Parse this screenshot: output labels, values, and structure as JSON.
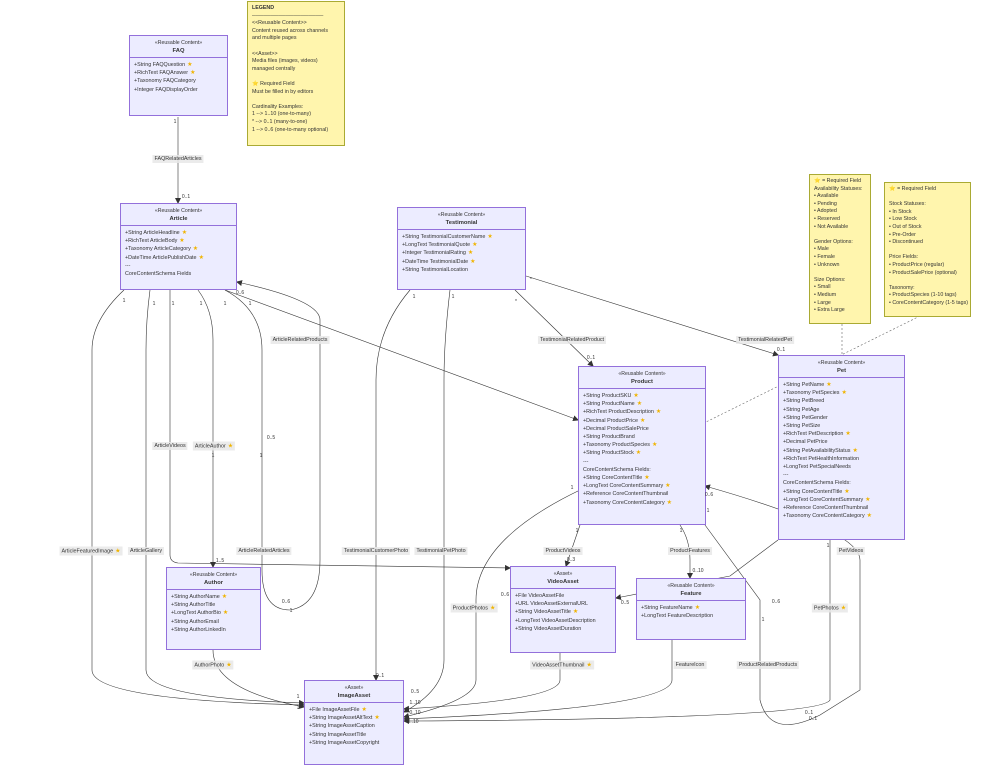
{
  "legend": {
    "lines": [
      "LEGEND",
      "───────────────────",
      "<<Reusable Content>>",
      "Content reused across channels",
      "and multiple pages",
      "",
      "<<Asset>>",
      "Media files (images, videos)",
      "managed centrally",
      "",
      "⭐ Required Field",
      "Must be filled in by editors",
      "",
      "Cardinality Examples:",
      "1 --> 1..10 (one-to-many)",
      "* --> 0..1 (many-to-one)",
      "1 --> 0..6 (one-to-many optional)"
    ]
  },
  "pet_note": {
    "lines": [
      "⭐ = Required Field",
      "Availability Statuses:",
      "• Available",
      "• Pending",
      "• Adopted",
      "• Reserved",
      "• Not Available",
      "",
      "Gender Options:",
      "• Male",
      "• Female",
      "• Unknown",
      "",
      "Size Options:",
      "• Small",
      "• Medium",
      "• Large",
      "• Extra Large"
    ]
  },
  "product_note": {
    "lines": [
      "⭐ = Required Field",
      "",
      "Stock Statuses:",
      "• In Stock",
      "• Low Stock",
      "• Out of Stock",
      "• Pre-Order",
      "• Discontinued",
      "",
      "Price Fields:",
      "• ProductPrice (regular)",
      "• ProductSalePrice (optional)",
      "",
      "Taxonomy:",
      "• ProductSpecies (1-10 tags)",
      "• CoreContentCategory (1-5 tags)"
    ]
  },
  "classes": {
    "faq": {
      "stereotype": "«Reusable Content»",
      "name": "FAQ",
      "attrs": [
        {
          "text": "+String FAQQuestion",
          "req": true
        },
        {
          "text": "+RichText FAQAnswer",
          "req": true
        },
        {
          "text": "+Taxonomy FAQCategory",
          "req": false
        },
        {
          "text": "+Integer FAQDisplayOrder",
          "req": false
        }
      ]
    },
    "article": {
      "stereotype": "«Reusable Content»",
      "name": "Article",
      "attrs": [
        {
          "text": "+String ArticleHeadline",
          "req": true
        },
        {
          "text": "+RichText ArticleBody",
          "req": true
        },
        {
          "text": "+Taxonomy ArticleCategory",
          "req": true
        },
        {
          "text": "+DateTime ArticlePublishDate",
          "req": true
        },
        {
          "text": "---",
          "req": false
        },
        {
          "text": "CoreContentSchema Fields",
          "req": false
        }
      ]
    },
    "testimonial": {
      "stereotype": "«Reusable Content»",
      "name": "Testimonial",
      "attrs": [
        {
          "text": "+String TestimonialCustomerName",
          "req": true
        },
        {
          "text": "+LongText TestimonialQuote",
          "req": true
        },
        {
          "text": "+Integer TestimonialRating",
          "req": true
        },
        {
          "text": "+DateTime TestimonialDate",
          "req": true
        },
        {
          "text": "+String TestimonialLocation",
          "req": false
        }
      ]
    },
    "product": {
      "stereotype": "«Reusable Content»",
      "name": "Product",
      "attrs": [
        {
          "text": "+String ProductSKU",
          "req": true
        },
        {
          "text": "+String ProductName",
          "req": true
        },
        {
          "text": "+RichText ProductDescription",
          "req": true
        },
        {
          "text": "+Decimal ProductPrice",
          "req": true
        },
        {
          "text": "+Decimal ProductSalePrice",
          "req": false
        },
        {
          "text": "+String ProductBrand",
          "req": false
        },
        {
          "text": "+Taxonomy ProductSpecies",
          "req": true
        },
        {
          "text": "+String ProductStock",
          "req": true
        },
        {
          "text": "---",
          "req": false
        },
        {
          "text": "CoreContentSchema Fields:",
          "req": false
        },
        {
          "text": "+String CoreContentTitle",
          "req": true
        },
        {
          "text": "+LongText CoreContentSummary",
          "req": true
        },
        {
          "text": "+Reference CoreContentThumbnail",
          "req": false
        },
        {
          "text": "+Taxonomy CoreContentCategory",
          "req": true
        }
      ]
    },
    "pet": {
      "stereotype": "«Reusable Content»",
      "name": "Pet",
      "attrs": [
        {
          "text": "+String PetName",
          "req": true
        },
        {
          "text": "+Taxonomy PetSpecies",
          "req": true
        },
        {
          "text": "+String PetBreed",
          "req": false
        },
        {
          "text": "+String PetAge",
          "req": false
        },
        {
          "text": "+String PetGender",
          "req": false
        },
        {
          "text": "+String PetSize",
          "req": false
        },
        {
          "text": "+RichText PetDescription",
          "req": true
        },
        {
          "text": "+Decimal PetPrice",
          "req": false
        },
        {
          "text": "+String PetAvailabilityStatus",
          "req": true
        },
        {
          "text": "+RichText PetHealthInformation",
          "req": false
        },
        {
          "text": "+LongText PetSpecialNeeds",
          "req": false
        },
        {
          "text": "---",
          "req": false
        },
        {
          "text": "CoreContentSchema Fields:",
          "req": false
        },
        {
          "text": "+String CoreContentTitle",
          "req": true
        },
        {
          "text": "+LongText CoreContentSummary",
          "req": true
        },
        {
          "text": "+Reference CoreContentThumbnail",
          "req": false
        },
        {
          "text": "+Taxonomy CoreContentCategory",
          "req": true
        }
      ]
    },
    "author": {
      "stereotype": "«Reusable Content»",
      "name": "Author",
      "attrs": [
        {
          "text": "+String AuthorName",
          "req": true
        },
        {
          "text": "+String AuthorTitle",
          "req": false
        },
        {
          "text": "+LongText AuthorBio",
          "req": true
        },
        {
          "text": "+String AuthorEmail",
          "req": false
        },
        {
          "text": "+String AuthorLinkedIn",
          "req": false
        }
      ]
    },
    "videoasset": {
      "stereotype": "«Asset»",
      "name": "VideoAsset",
      "attrs": [
        {
          "text": "+File VideoAssetFile",
          "req": false
        },
        {
          "text": "+URL VideoAssetExternalURL",
          "req": false
        },
        {
          "text": "+String VideoAssetTitle",
          "req": true
        },
        {
          "text": "+LongText VideoAssetDescription",
          "req": false
        },
        {
          "text": "+String VideoAssetDuration",
          "req": false
        }
      ]
    },
    "feature": {
      "stereotype": "«Reusable Content»",
      "name": "Feature",
      "attrs": [
        {
          "text": "+String FeatureName",
          "req": true
        },
        {
          "text": "+LongText FeatureDescription",
          "req": false
        }
      ]
    },
    "imageasset": {
      "stereotype": "«Asset»",
      "name": "ImageAsset",
      "attrs": [
        {
          "text": "+File ImageAssetFile",
          "req": true
        },
        {
          "text": "+String ImageAssetAltText",
          "req": true
        },
        {
          "text": "+String ImageAssetCaption",
          "req": false
        },
        {
          "text": "+String ImageAssetTitle",
          "req": false
        },
        {
          "text": "+String ImageAssetCopyright",
          "req": false
        }
      ]
    }
  },
  "edge_labels": [
    {
      "text": "FAQRelatedArticles",
      "req": false
    },
    {
      "text": "ArticleRelatedProducts",
      "req": false
    },
    {
      "text": "ArticleVideos",
      "req": false
    },
    {
      "text": "ArticleAuthor",
      "req": true
    },
    {
      "text": "ArticleFeaturedImage",
      "req": true
    },
    {
      "text": "ArticleGallery",
      "req": false
    },
    {
      "text": "ArticleRelatedArticles",
      "req": false
    },
    {
      "text": "TestimonialRelatedProduct",
      "req": false
    },
    {
      "text": "TestimonialRelatedPet",
      "req": false
    },
    {
      "text": "TestimonialCustomerPhoto",
      "req": false
    },
    {
      "text": "TestimonialPetPhoto",
      "req": false
    },
    {
      "text": "ProductVideos",
      "req": false
    },
    {
      "text": "ProductFeatures",
      "req": false
    },
    {
      "text": "ProductPhotos",
      "req": true
    },
    {
      "text": "PetVideos",
      "req": false
    },
    {
      "text": "PetPhotos",
      "req": true
    },
    {
      "text": "AuthorPhoto",
      "req": true
    },
    {
      "text": "VideoAssetThumbnail",
      "req": true
    },
    {
      "text": "FeatureIcon",
      "req": false
    },
    {
      "text": "ProductRelatedProducts",
      "req": false
    }
  ],
  "cardinalities": [
    "1",
    "0..1",
    "1",
    "0..6",
    "1",
    "1",
    "1",
    "1",
    "1",
    "1",
    "1",
    "0..5",
    "0..6",
    "1..5",
    "1",
    "*",
    "0..1",
    "*",
    "0..1",
    "1",
    "1",
    "1",
    "0..10",
    "1",
    "1",
    "1",
    "0..5",
    "0..3",
    "0..6",
    "1",
    "0..6",
    "0..6",
    "0..1",
    "1",
    "0..1",
    "0..5",
    "1",
    "1..10",
    "0..10",
    "1",
    "0..10",
    "0..1"
  ]
}
